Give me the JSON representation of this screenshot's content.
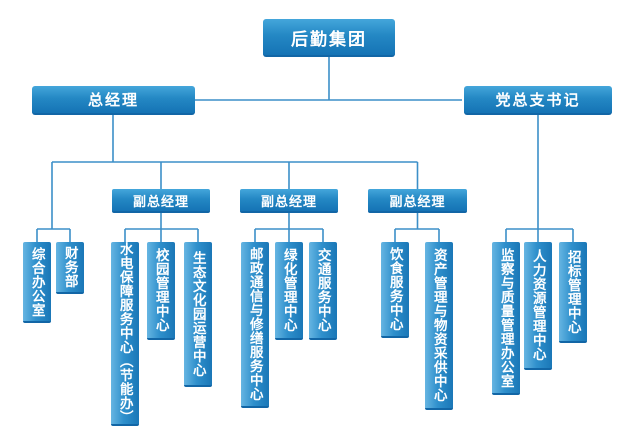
{
  "org_chart": {
    "root": {
      "label": "后勤集团"
    },
    "executives": [
      {
        "label": "总经理"
      },
      {
        "label": "党总支书记"
      }
    ],
    "deputies": [
      {
        "label": "副总经理"
      },
      {
        "label": "副总经理"
      },
      {
        "label": "副总经理"
      }
    ],
    "gm_departments": [
      {
        "label": "综合办公室"
      },
      {
        "label": "财务部"
      }
    ],
    "deputy1_departments": [
      {
        "label": "水电保障服务中心（节能办）"
      },
      {
        "label": "校园管理中心"
      },
      {
        "label": "生态文化园运营中心"
      }
    ],
    "deputy2_departments": [
      {
        "label": "邮政通信与修缮服务中心"
      },
      {
        "label": "绿化管理中心"
      },
      {
        "label": "交通服务中心"
      }
    ],
    "deputy3_departments": [
      {
        "label": "饮食服务中心"
      },
      {
        "label": "资产管理与物资采供中心"
      }
    ],
    "secretary_departments": [
      {
        "label": "监察与质量管理办公室"
      },
      {
        "label": "人力资源管理中心"
      },
      {
        "label": "招标管理中心"
      }
    ],
    "colors": {
      "box_gradient_top": "#44A6DB",
      "box_gradient_bottom": "#1573B5",
      "box_edge": "#1266A6",
      "connector": "#3C8FC8",
      "background": "#FFFFFF",
      "text": "#FFFFFF"
    }
  }
}
